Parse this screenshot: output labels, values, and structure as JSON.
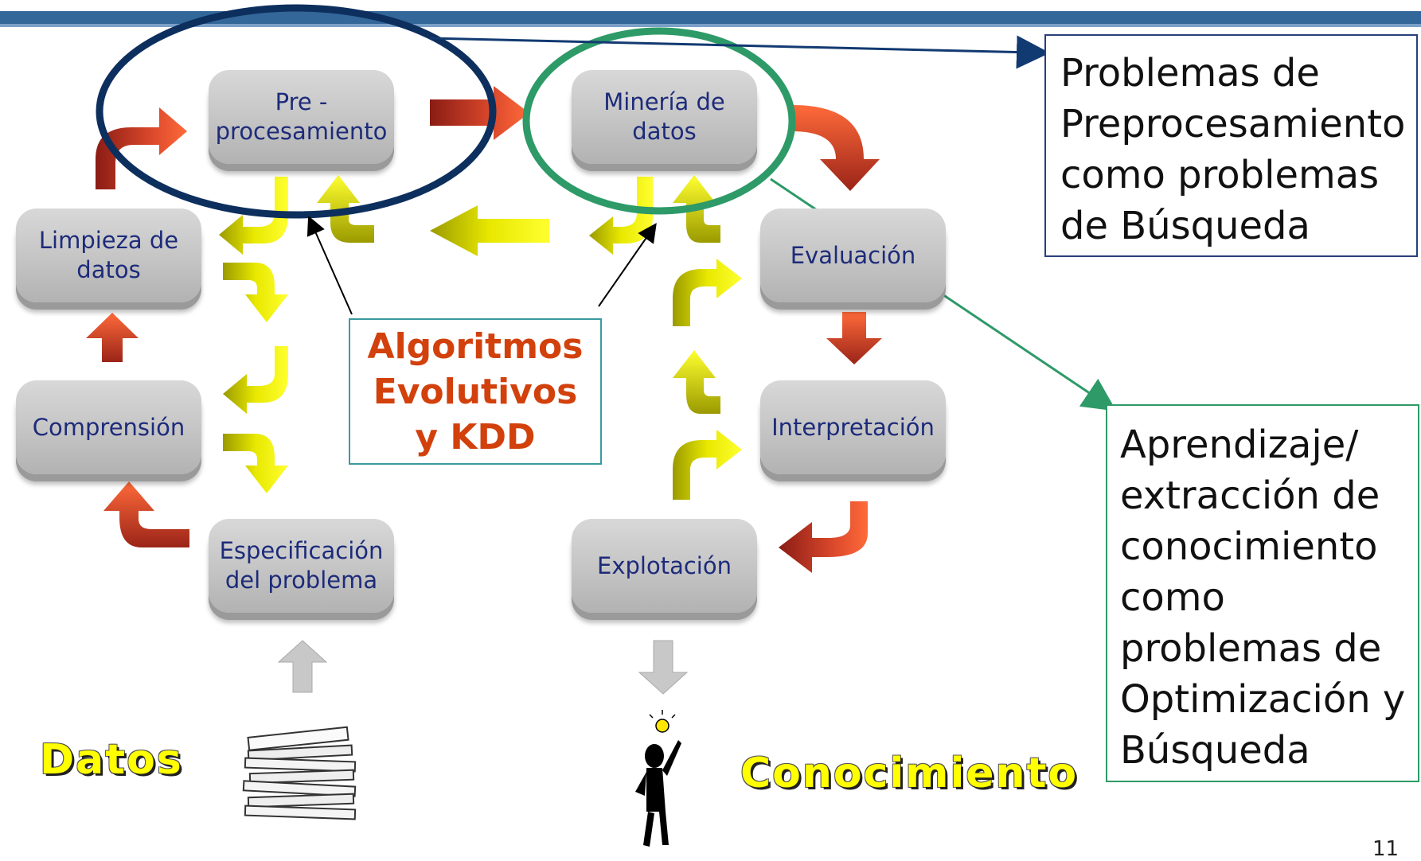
{
  "nodes": {
    "preprocesamiento": "Pre -\nprocesamiento",
    "mineria": "Minería de\ndatos",
    "limpieza": "Limpieza de\ndatos",
    "evaluacion": "Evaluación",
    "comprension": "Comprensión",
    "interpretacion": "Interpretación",
    "especificacion": "Especificación\ndel problema",
    "explotacion": "Explotación"
  },
  "center_label": "Algoritmos\nEvolutivos\ny KDD",
  "callouts": {
    "preprocessing": "Problemas de\nPreprocesamiento\ncomo problemas\nde Búsqueda",
    "learning": "Aprendizaje/\nextracción de\nconocimiento\ncomo\nproblemas de\nOptimización y\nBúsqueda"
  },
  "labels": {
    "datos": "Datos",
    "conocimiento": "Conocimiento"
  },
  "page_number": "11",
  "colors": {
    "header_bar": "#336699",
    "node_text": "#1d2b7a",
    "center_text": "#d2410c",
    "navy_ellipse": "#0d2f5e",
    "green_ellipse": "#2e9a68",
    "big_labels": "#ffff00",
    "red_arrows": "#d9472b",
    "yellow_arrows": "#e8e800",
    "grey_arrows": "#c8c8c8"
  }
}
